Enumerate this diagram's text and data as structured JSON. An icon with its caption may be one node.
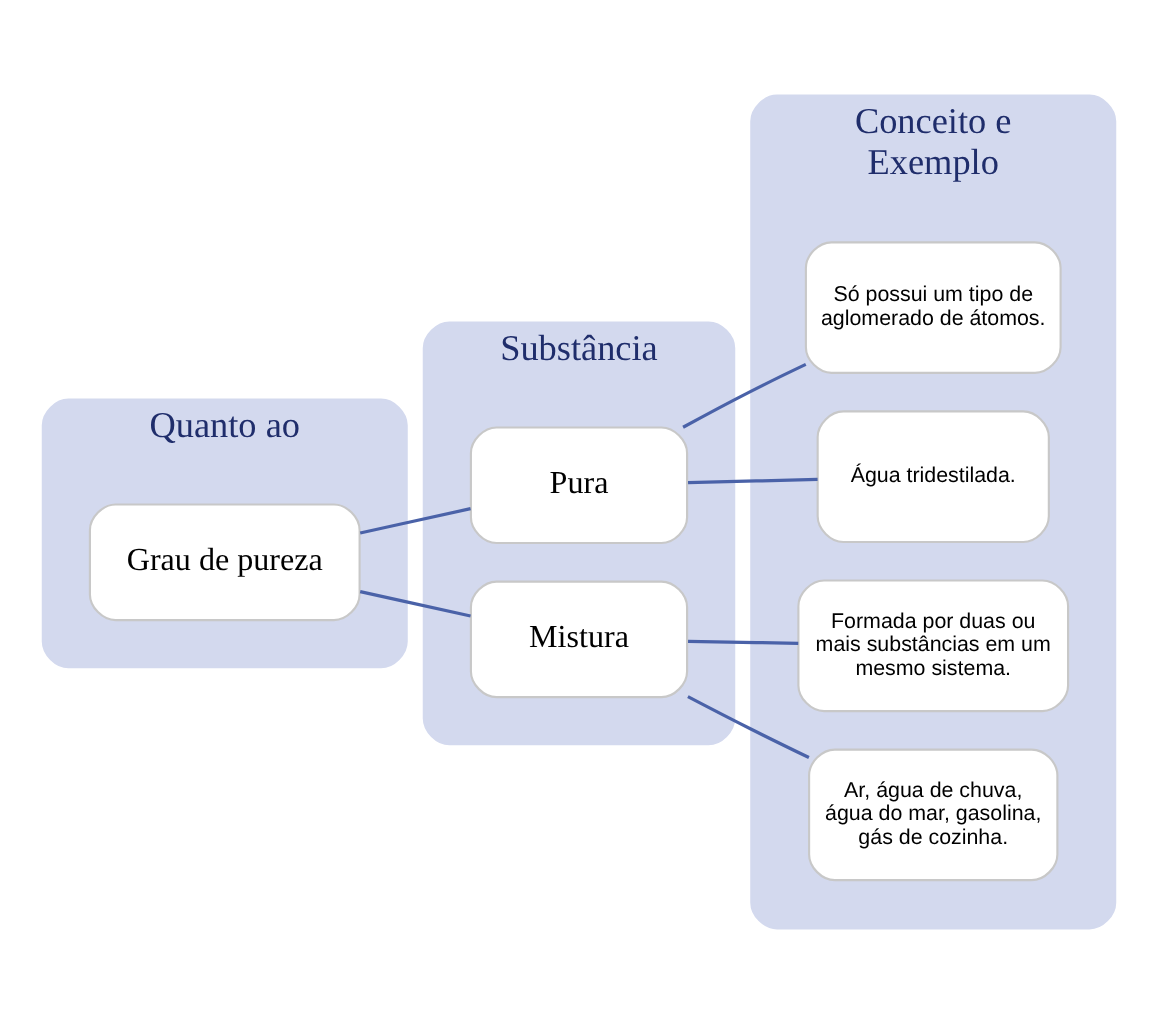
{
  "diagram": {
    "nodes": [
      {
        "text": [
          "Quanto ao"
        ]
      },
      {
        "text": [
          "Grau de pureza"
        ],
        "in": 0
      },
      {
        "text": [
          "Substância"
        ]
      },
      {
        "text": [
          "Pura"
        ],
        "in": 2
      },
      {
        "text": [
          "Mistura"
        ],
        "in": 2
      },
      {
        "text": [
          "Conceito e Exemplo"
        ]
      },
      {
        "text": [
          "Só possui um tipo de aglomerado de átomos."
        ],
        "in": 5
      },
      {
        "text": [
          "Água tridestilada."
        ],
        "in": 5
      },
      {
        "text": [
          "Formada por duas ou mais substâncias em um mesmo sistema."
        ],
        "in": 5
      },
      {
        "text": [
          "Ar, água de chuva, água do mar, gasolina, gás de cozinha."
        ],
        "in": 5
      }
    ],
    "edges": [
      {
        "from": 1,
        "to": 3,
        "arrow": "none"
      },
      {
        "from": 1,
        "to": 4,
        "arrow": "none"
      },
      {
        "from": 3,
        "to": 6,
        "arrow": "none"
      },
      {
        "from": 3,
        "to": 7,
        "arrow": "none"
      },
      {
        "from": 4,
        "to": 8,
        "arrow": "none"
      },
      {
        "from": 4,
        "to": 9,
        "arrow": "none"
      }
    ]
  }
}
